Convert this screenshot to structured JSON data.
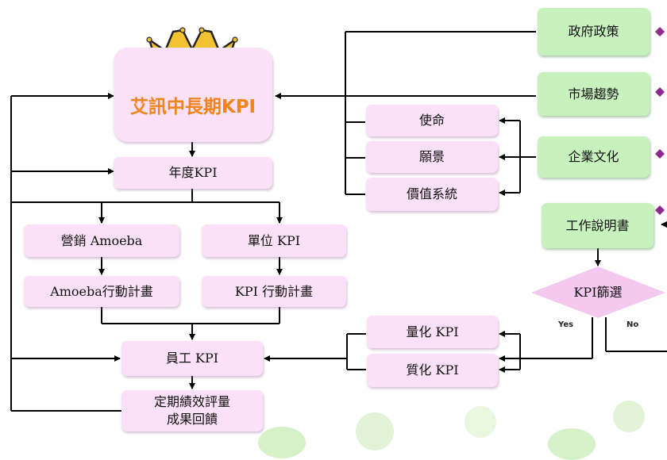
{
  "diagram": {
    "main_kpi": "艾訊中長期KPI",
    "annual_kpi": "年度KPI",
    "marketing_amoeba": "營銷 Amoeba",
    "unit_kpi": "單位 KPI",
    "amoeba_action_plan": "Amoeba行動計畫",
    "kpi_action_plan": "KPI 行動計畫",
    "employee_kpi": "員工 KPI",
    "periodic_review_line1": "定期績效評量",
    "periodic_review_line2": "成果回饋",
    "mission": "使命",
    "vision": "願景",
    "value_system": "價值系統",
    "quantitative_kpi": "量化 KPI",
    "qualitative_kpi": "質化 KPI",
    "gov_policy": "政府政策",
    "market_trend": "市場趨勢",
    "corporate_culture": "企業文化",
    "job_description": "工作說明書",
    "kpi_screening": "KPI篩選",
    "yes": "Yes",
    "no": "No"
  },
  "colors": {
    "pink_box": "#fae1f7",
    "green_box": "#c7f1bd",
    "diamond": "#f5c9ef",
    "title_orange": "#f0851f",
    "crown_gold": "#f2c230",
    "bullet_purple": "#8e2a8e"
  }
}
